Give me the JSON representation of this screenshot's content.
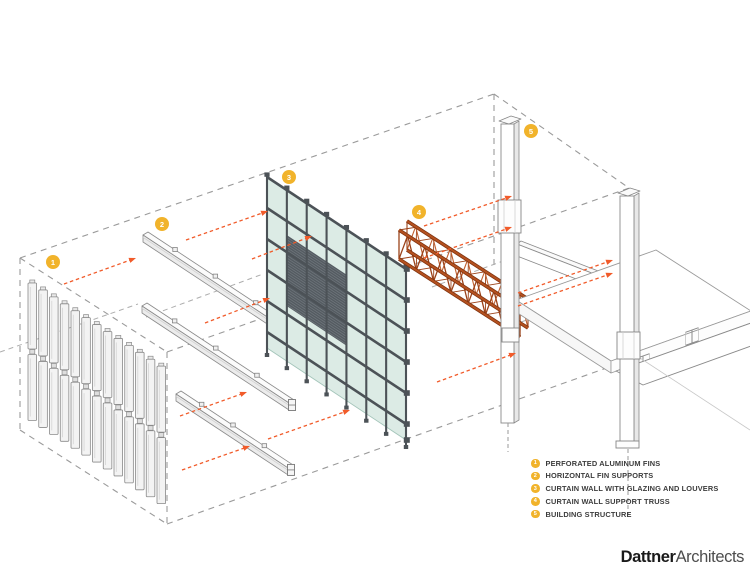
{
  "markers": [
    {
      "num": "1"
    },
    {
      "num": "2"
    },
    {
      "num": "3"
    },
    {
      "num": "4"
    },
    {
      "num": "5"
    }
  ],
  "legend": {
    "items": [
      {
        "num": "1",
        "label": "PERFORATED ALUMINUM FINS"
      },
      {
        "num": "2",
        "label": "HORIZONTAL FIN SUPPORTS"
      },
      {
        "num": "3",
        "label": "CURTAIN WALL WITH GLAZING AND LOUVERS"
      },
      {
        "num": "4",
        "label": "CURTAIN WALL SUPPORT TRUSS"
      },
      {
        "num": "5",
        "label": "BUILDING STRUCTURE"
      }
    ]
  },
  "logo": {
    "bold": "Dattner",
    "regular": "Architects"
  },
  "colors": {
    "marker": "#F1B32B",
    "arrow": "#F15B2A",
    "truss": "#B5511F",
    "truss_dark": "#7E3310",
    "glass": "#DCEBE5",
    "glass_edge": "#A3C4B9",
    "mullion": "#4C5257",
    "louver": "#545B61",
    "louver_hatch": "#6E757B",
    "line_gray": "#9A9A9A",
    "steel_fill": "#F3F3F3",
    "steel_edge": "#8A8A8A",
    "text": "#3C3C3C",
    "logo_bold": "#1A1A1A",
    "logo_light": "#4D4D4D"
  }
}
